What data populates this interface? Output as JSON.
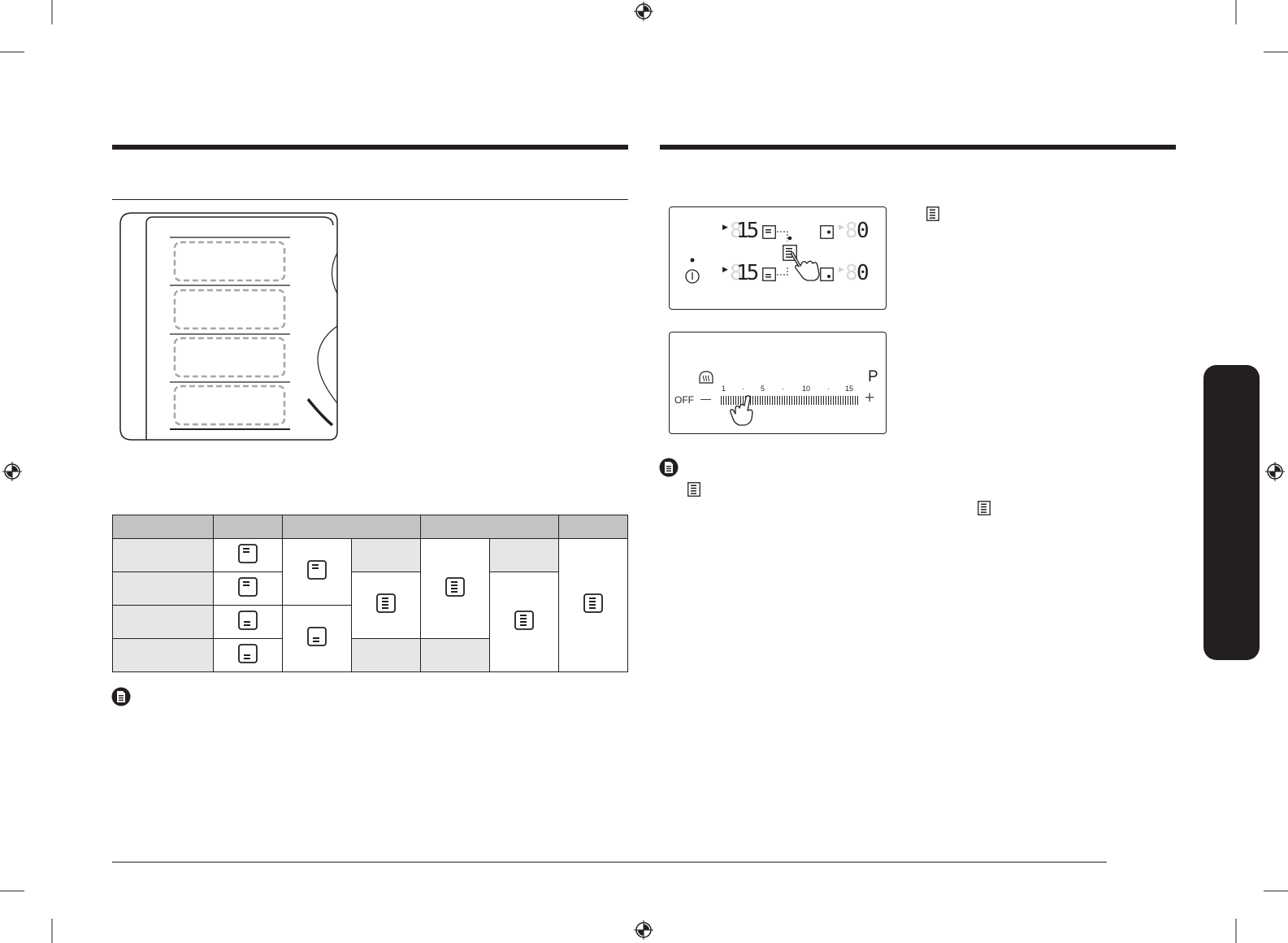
{
  "display": {
    "top_row": {
      "level": "15",
      "right_level": "0"
    },
    "bottom_row": {
      "level": "15",
      "right_level": "0"
    }
  },
  "slider": {
    "off_label": "OFF",
    "minus_symbol": "—",
    "plus_symbol": "+",
    "scale": [
      "1",
      "·",
      "5",
      "·",
      "10",
      "·",
      "15"
    ],
    "boost_label": "P"
  }
}
